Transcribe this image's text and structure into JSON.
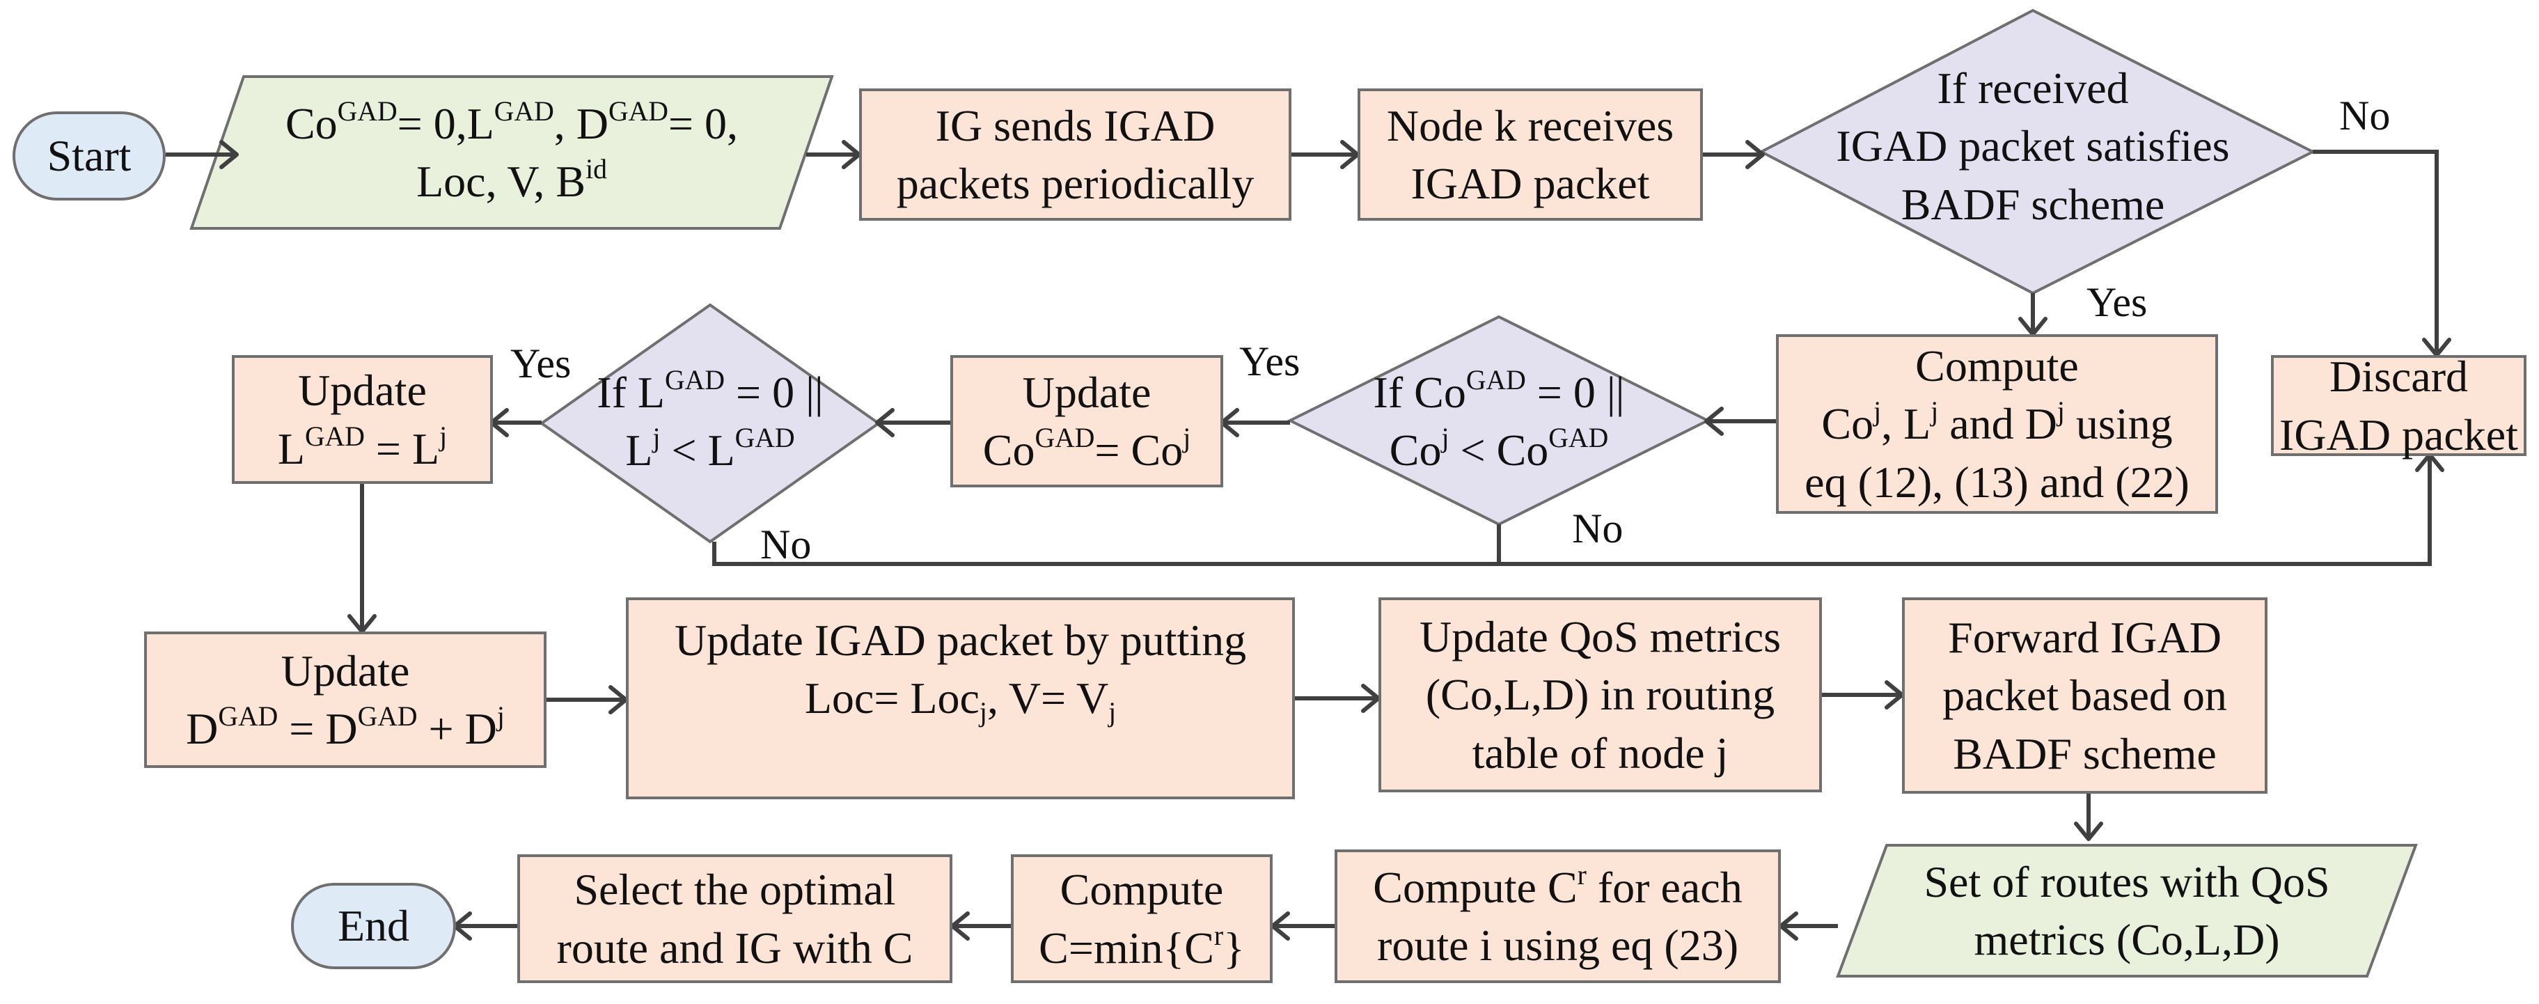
{
  "colors": {
    "process_fill": "#fce4d6",
    "decision_fill": "#e3e0ef",
    "io_fill": "#e9f0dc",
    "terminal_fill": "#deebf7",
    "stroke": "#404040"
  },
  "nodes": {
    "start": {
      "text": "Start"
    },
    "init": {
      "l1": {
        "a": "Co",
        "b": "GAD",
        "c": "= 0,L",
        "d": "GAD",
        "e": ", D",
        "f": "GAD",
        "g": "= 0,"
      },
      "l2": {
        "a": "Loc, V, B",
        "b": "id"
      }
    },
    "ig_sends": {
      "l1": "IG sends IGAD",
      "l2": "packets periodically"
    },
    "node_k": {
      "l1": "Node k receives",
      "l2": "IGAD packet"
    },
    "badf_check": {
      "l1": "If received",
      "l2": "IGAD packet satisfies",
      "l3": "BADF scheme"
    },
    "compute_j": {
      "l1": "Compute",
      "l2": {
        "a": "Co",
        "b": "j",
        "c": ", L",
        "d": "j",
        "e": " and D",
        "f": "j",
        "g": " using"
      },
      "l3": "eq (12), (13) and (22)"
    },
    "discard": {
      "l1": "Discard",
      "l2": "IGAD packet"
    },
    "co_check": {
      "l1": {
        "a": "If Co",
        "b": "GAD",
        "c": " = 0 ||"
      },
      "l2": {
        "a": "Co",
        "b": "j",
        "c": " < Co",
        "d": "GAD"
      }
    },
    "update_co": {
      "l1": "Update",
      "l2": {
        "a": "Co",
        "b": "GAD",
        "c": "= Co",
        "d": "j"
      }
    },
    "l_check": {
      "l1": {
        "a": "If L",
        "b": "GAD",
        "c": " = 0 ||"
      },
      "l2": {
        "a": "L",
        "b": "j",
        "c": " < L",
        "d": "GAD"
      }
    },
    "update_l": {
      "l1": "Update",
      "l2": {
        "a": "L",
        "b": "GAD",
        "c": " = L",
        "d": "j"
      }
    },
    "update_d": {
      "l1": "Update",
      "l2": {
        "a": "D",
        "b": "GAD",
        "c": " = D",
        "d": "GAD",
        "e": " + D",
        "f": "j"
      }
    },
    "update_packet": {
      "l1": "Update IGAD packet by putting",
      "l2": {
        "a": "Loc= Loc",
        "b": "j",
        "c": ", V= V",
        "d": "j"
      }
    },
    "update_qos": {
      "l1": "Update QoS metrics",
      "l2": "(Co,L,D) in routing",
      "l3": "table of node j"
    },
    "forward": {
      "l1": "Forward IGAD",
      "l2": "packet based on",
      "l3": "BADF scheme"
    },
    "set_routes": {
      "l1": "Set of routes with QoS",
      "l2": "metrics (Co,L,D)"
    },
    "compute_cr": {
      "l1": {
        "a": "Compute C",
        "b": "r",
        "c": " for each"
      },
      "l2": "route i using eq (23)"
    },
    "compute_c": {
      "l1": "Compute",
      "l2": {
        "a": "C=min{C",
        "b": "r",
        "c": "}"
      }
    },
    "select": {
      "l1": "Select the optimal",
      "l2": "route and IG with C"
    },
    "end": {
      "text": "End"
    }
  },
  "edge_labels": {
    "badf_no": "No",
    "badf_yes": "Yes",
    "co_yes": "Yes",
    "co_no": "No",
    "l_yes": "Yes",
    "l_no": "No"
  }
}
